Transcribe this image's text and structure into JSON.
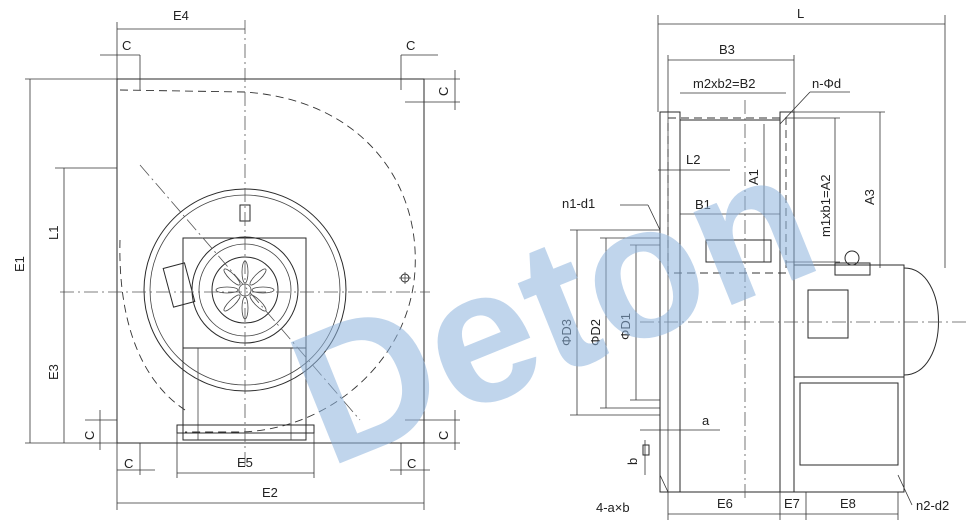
{
  "front_view": {
    "labels": {
      "E4": "E4",
      "E1": "E1",
      "E3": "E3",
      "L1": "L1",
      "E5": "E5",
      "E2": "E2",
      "C_tl": "C",
      "C_tr": "C",
      "C_rt": "C",
      "C_lb": "C",
      "C_rb": "C",
      "C_bl": "C",
      "C_br": "C"
    }
  },
  "side_view": {
    "labels": {
      "L": "L",
      "B3": "B3",
      "B2": "m2xb2=B2",
      "nphid": "n-Φd",
      "L2": "L2",
      "A1": "A1",
      "A2": "m1xb1=A2",
      "A3": "A3",
      "B1": "B1",
      "n1d1": "n1-d1",
      "D3": "ΦD3",
      "D2": "ΦD2",
      "D1": "ΦD1",
      "a": "a",
      "b": "b",
      "axb": "4-a×b",
      "E6": "E6",
      "E7": "E7",
      "E8": "E8",
      "n2d2": "n2-d2"
    }
  },
  "watermark": {
    "text": "Deton",
    "color": "#8db2dc"
  }
}
